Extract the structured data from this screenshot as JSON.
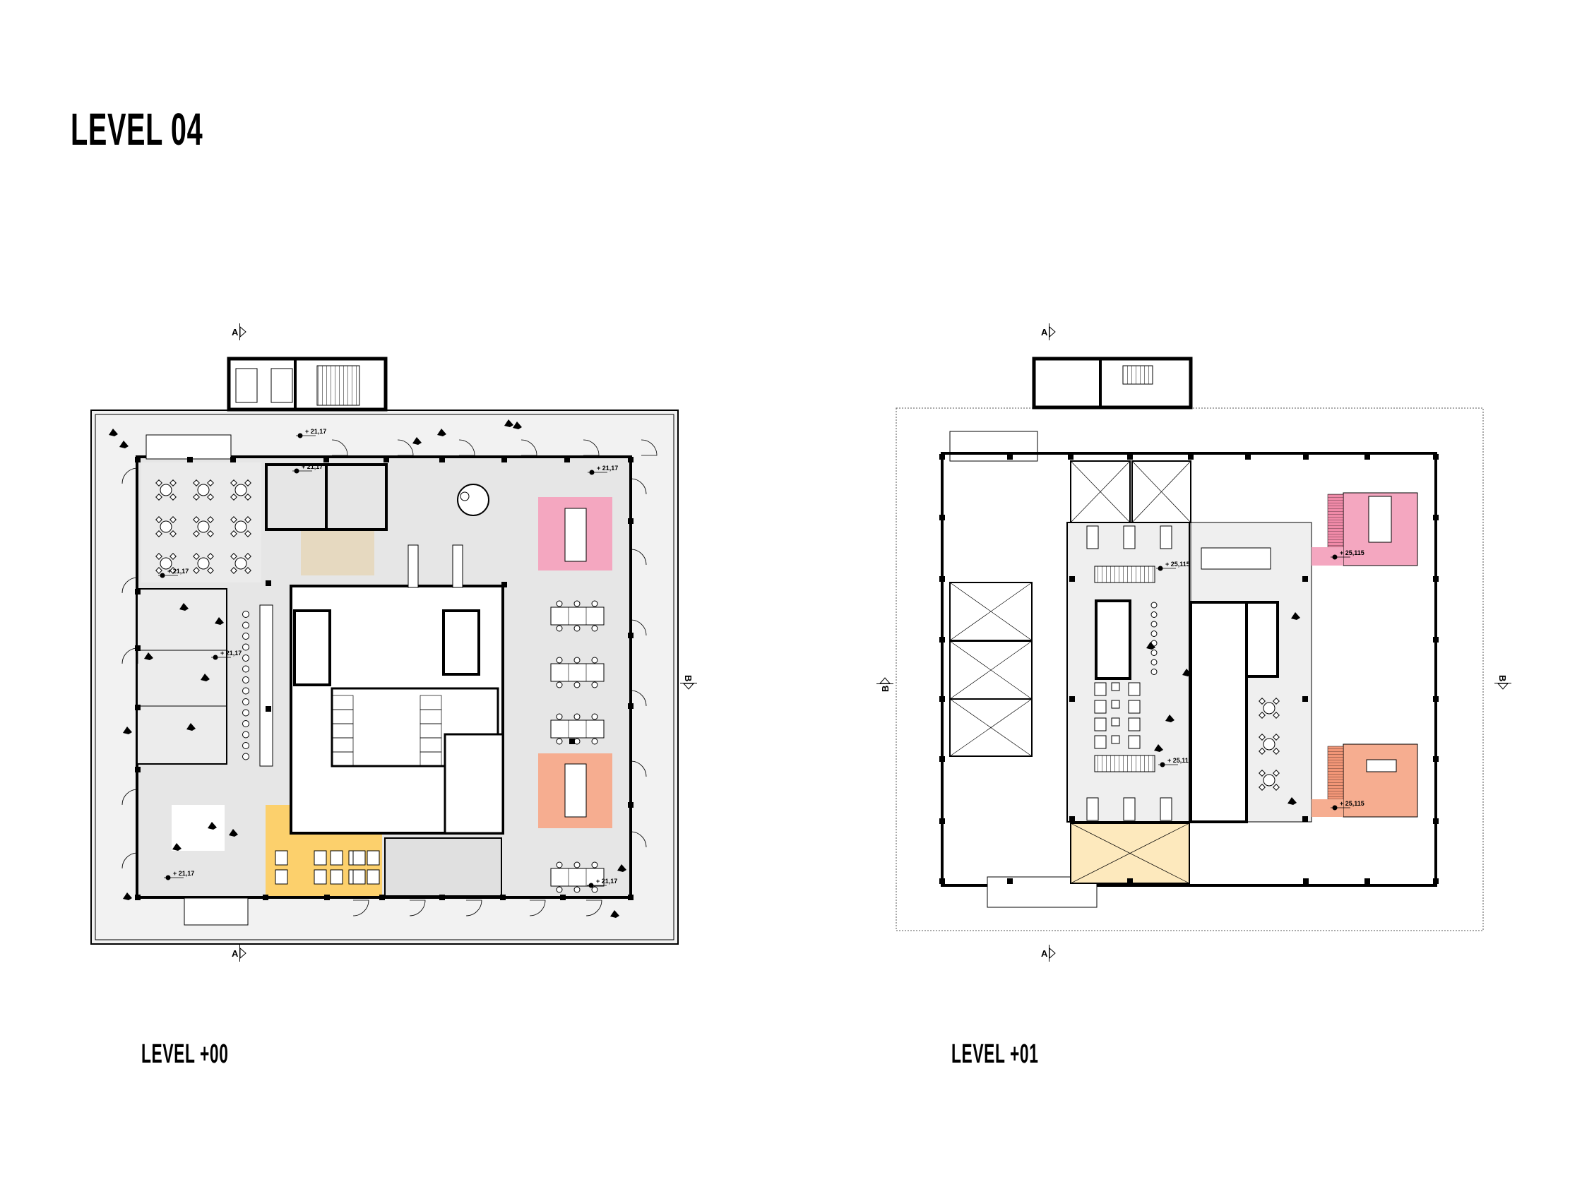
{
  "title": "LEVEL 04",
  "plans": [
    {
      "label": "LEVEL +00",
      "elevation_marks": [
        "+ 21,17",
        "+ 21,17",
        "+ 21,17",
        "+ 21,17",
        "+ 21,17",
        "+ 21,17",
        "+ 21,17"
      ]
    },
    {
      "label": "LEVEL +01",
      "elevation_marks": [
        "+ 25,115",
        "+ 25,115",
        "+ 25,115",
        "+ 25,115"
      ]
    }
  ],
  "section_marks": {
    "a": "A",
    "b": "B"
  },
  "colors": {
    "floor_grey": "#efefef",
    "meeting_pink": "#f4a7c0",
    "meeting_salmon": "#f6ad90",
    "lounge_yellow": "#fcd06c",
    "void_yellow": "#fde9bd",
    "beige": "#e6d9c0",
    "wall": "#000000"
  }
}
